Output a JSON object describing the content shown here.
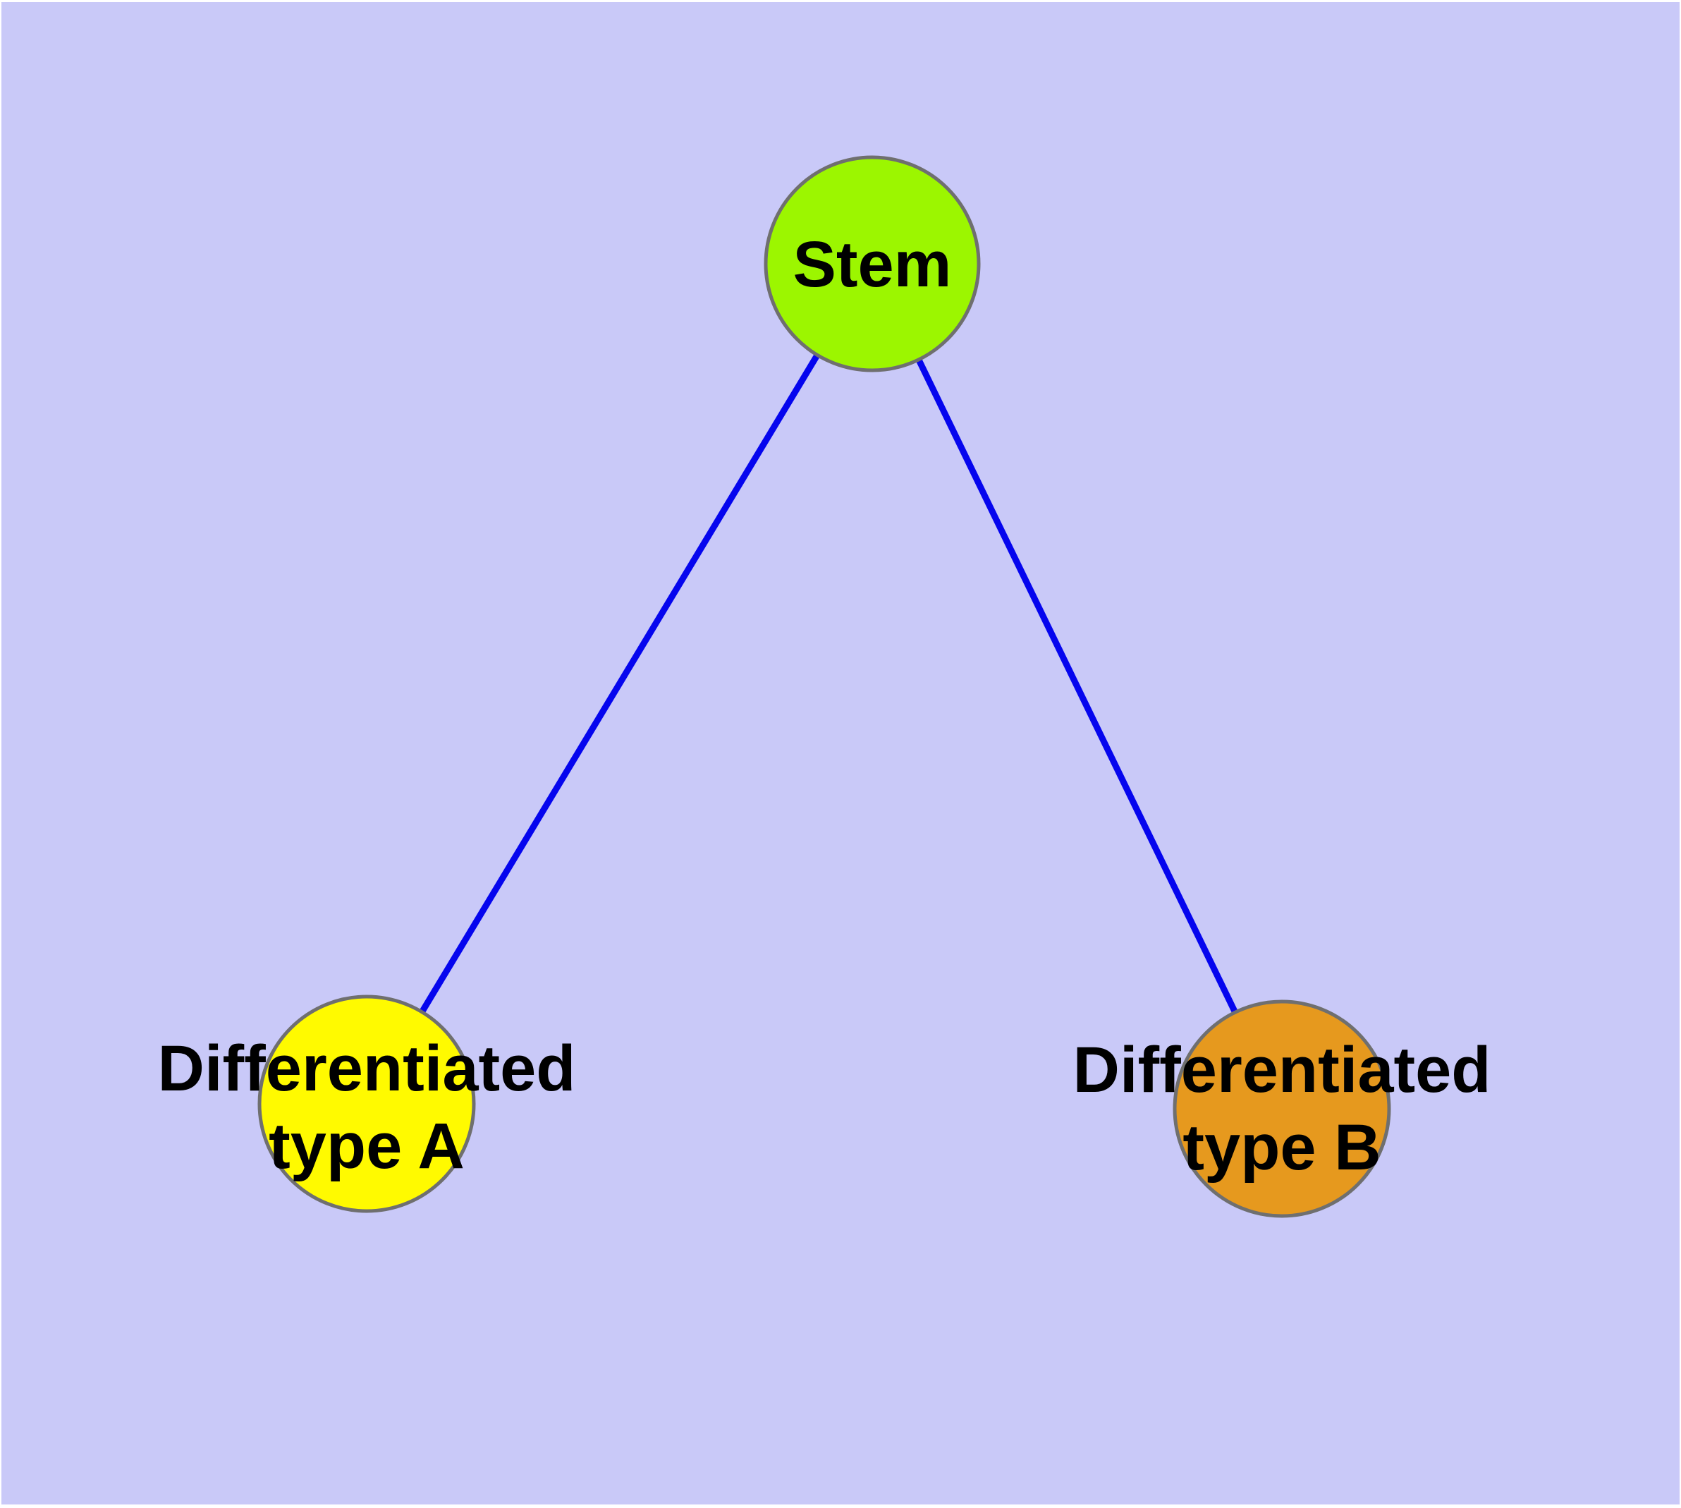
{
  "diagram": {
    "type": "node-link-graph",
    "background_color": "#c9c9f8",
    "page_margin_color": "#ffffff",
    "edge_color": "#0505ee",
    "node_border_color": "#6f6f6f",
    "label_color": "#000000",
    "nodes": {
      "stem": {
        "label": "Stem",
        "fill": "#9cf600"
      },
      "type_a": {
        "label": "Differentiated type A",
        "label_lines": [
          "Differentiated",
          "type A"
        ],
        "fill": "#fffa00"
      },
      "type_b": {
        "label": "Differentiated type B",
        "label_lines": [
          "Differentiated",
          "type B"
        ],
        "fill": "#e6991e"
      }
    },
    "edges": [
      {
        "from": "Stem",
        "to": "Differentiated type A"
      },
      {
        "from": "Stem",
        "to": "Differentiated type B"
      }
    ]
  }
}
